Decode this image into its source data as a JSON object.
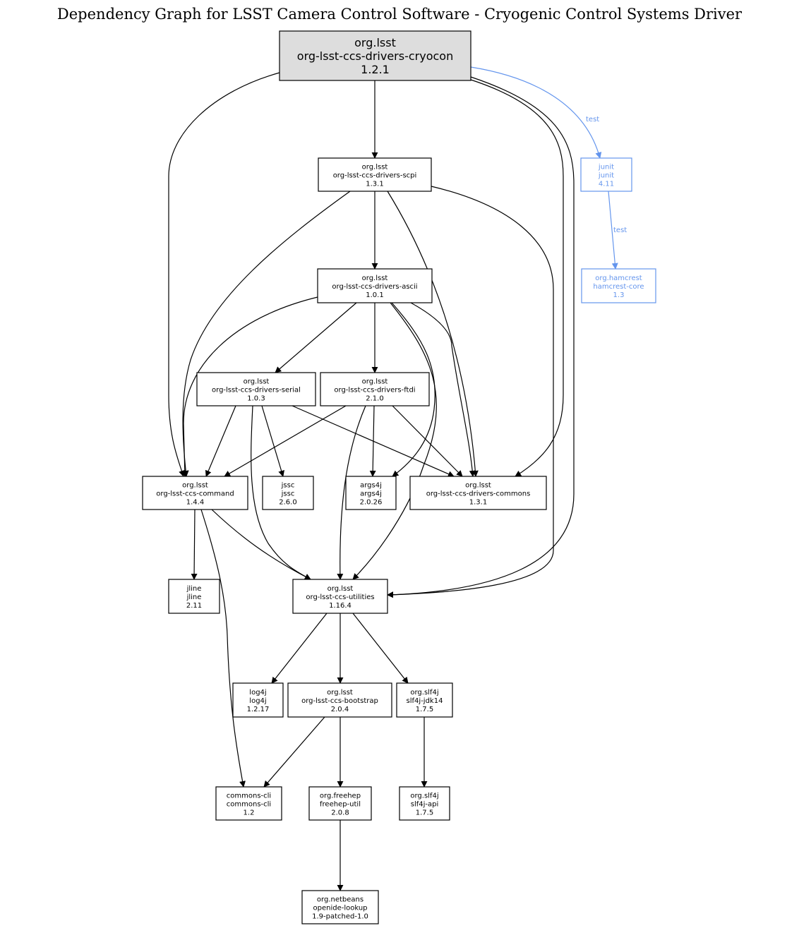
{
  "title": "Dependency Graph for LSST Camera Control Software - Cryogenic Control Systems Driver",
  "colors": {
    "root_fill": "#dddddd",
    "test_scope": "#6495ED",
    "default": "#000000"
  },
  "nodes": [
    {
      "id": "cryocon",
      "group": "org.lsst",
      "artifact": "org-lsst-ccs-drivers-cryocon",
      "version": "1.2.1",
      "kind": "root"
    },
    {
      "id": "scpi",
      "group": "org.lsst",
      "artifact": "org-lsst-ccs-drivers-scpi",
      "version": "1.3.1"
    },
    {
      "id": "junit",
      "group": "junit",
      "artifact": "junit",
      "version": "4.11",
      "kind": "test"
    },
    {
      "id": "hamcrest",
      "group": "org.hamcrest",
      "artifact": "hamcrest-core",
      "version": "1.3",
      "kind": "test"
    },
    {
      "id": "ascii",
      "group": "org.lsst",
      "artifact": "org-lsst-ccs-drivers-ascii",
      "version": "1.0.1"
    },
    {
      "id": "serial",
      "group": "org.lsst",
      "artifact": "org-lsst-ccs-drivers-serial",
      "version": "1.0.3"
    },
    {
      "id": "ftdi",
      "group": "org.lsst",
      "artifact": "org-lsst-ccs-drivers-ftdi",
      "version": "2.1.0"
    },
    {
      "id": "command",
      "group": "org.lsst",
      "artifact": "org-lsst-ccs-command",
      "version": "1.4.4"
    },
    {
      "id": "jssc",
      "group": "jssc",
      "artifact": "jssc",
      "version": "2.6.0"
    },
    {
      "id": "args4j",
      "group": "args4j",
      "artifact": "args4j",
      "version": "2.0.26"
    },
    {
      "id": "commons",
      "group": "org.lsst",
      "artifact": "org-lsst-ccs-drivers-commons",
      "version": "1.3.1"
    },
    {
      "id": "jline",
      "group": "jline",
      "artifact": "jline",
      "version": "2.11"
    },
    {
      "id": "utilities",
      "group": "org.lsst",
      "artifact": "org-lsst-ccs-utilities",
      "version": "1.16.4"
    },
    {
      "id": "log4j",
      "group": "log4j",
      "artifact": "log4j",
      "version": "1.2.17"
    },
    {
      "id": "bootstrap",
      "group": "org.lsst",
      "artifact": "org-lsst-ccs-bootstrap",
      "version": "2.0.4"
    },
    {
      "id": "jdk14",
      "group": "org.slf4j",
      "artifact": "slf4j-jdk14",
      "version": "1.7.5"
    },
    {
      "id": "commonscli",
      "group": "commons-cli",
      "artifact": "commons-cli",
      "version": "1.2"
    },
    {
      "id": "freehep",
      "group": "org.freehep",
      "artifact": "freehep-util",
      "version": "2.0.8"
    },
    {
      "id": "slf4japi",
      "group": "org.slf4j",
      "artifact": "slf4j-api",
      "version": "1.7.5"
    },
    {
      "id": "openide",
      "group": "org.netbeans",
      "artifact": "openide-lookup",
      "version": "1.9-patched-1.0"
    }
  ],
  "edges": [
    {
      "from": "cryocon",
      "to": "scpi"
    },
    {
      "from": "cryocon",
      "to": "command"
    },
    {
      "from": "cryocon",
      "to": "commons"
    },
    {
      "from": "cryocon",
      "to": "utilities"
    },
    {
      "from": "cryocon",
      "to": "junit",
      "label": "test"
    },
    {
      "from": "junit",
      "to": "hamcrest",
      "label": "test"
    },
    {
      "from": "scpi",
      "to": "ascii"
    },
    {
      "from": "scpi",
      "to": "command"
    },
    {
      "from": "scpi",
      "to": "commons"
    },
    {
      "from": "scpi",
      "to": "utilities"
    },
    {
      "from": "ascii",
      "to": "serial"
    },
    {
      "from": "ascii",
      "to": "ftdi"
    },
    {
      "from": "ascii",
      "to": "command"
    },
    {
      "from": "ascii",
      "to": "args4j"
    },
    {
      "from": "ascii",
      "to": "utilities"
    },
    {
      "from": "ascii",
      "to": "commons"
    },
    {
      "from": "serial",
      "to": "command"
    },
    {
      "from": "serial",
      "to": "jssc"
    },
    {
      "from": "serial",
      "to": "commons"
    },
    {
      "from": "serial",
      "to": "utilities"
    },
    {
      "from": "ftdi",
      "to": "command"
    },
    {
      "from": "ftdi",
      "to": "args4j"
    },
    {
      "from": "ftdi",
      "to": "commons"
    },
    {
      "from": "ftdi",
      "to": "utilities"
    },
    {
      "from": "command",
      "to": "jline"
    },
    {
      "from": "command",
      "to": "utilities"
    },
    {
      "from": "command",
      "to": "commonscli"
    },
    {
      "from": "utilities",
      "to": "log4j"
    },
    {
      "from": "utilities",
      "to": "bootstrap"
    },
    {
      "from": "utilities",
      "to": "jdk14"
    },
    {
      "from": "bootstrap",
      "to": "commonscli"
    },
    {
      "from": "bootstrap",
      "to": "freehep"
    },
    {
      "from": "jdk14",
      "to": "slf4japi"
    },
    {
      "from": "freehep",
      "to": "openide"
    }
  ]
}
